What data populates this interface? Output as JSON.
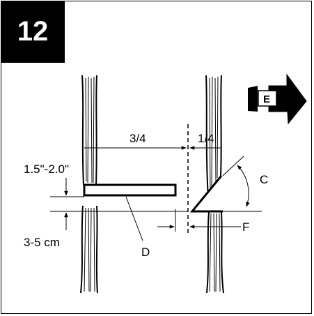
{
  "figure_number": "12",
  "labels": {
    "three_quarter": "3/4",
    "one_quarter": "1/4",
    "inches": "1.5\"-2.0\"",
    "cm": "3-5 cm",
    "c": "C",
    "d": "D",
    "e": "E",
    "f": "F"
  }
}
